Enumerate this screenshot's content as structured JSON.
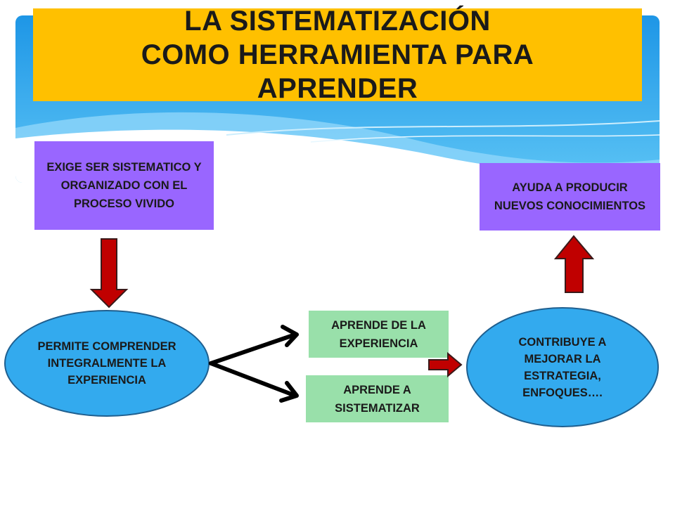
{
  "title": "LA SISTEMATIZACIÓN COMO HERRAMIENTA PARA APRENDER",
  "nodes": {
    "exige": "EXIGE SER SISTEMATICO Y ORGANIZADO CON EL PROCESO VIVIDO",
    "ayuda": "AYUDA A PRODUCIR NUEVOS CONOCIMIENTOS",
    "permite": "PERMITE COMPRENDER INTEGRALMENTE LA EXPERIENCIA",
    "aprende_experiencia": "APRENDE DE LA EXPERIENCIA",
    "aprende_sistematizar": "APRENDE A SISTEMATIZAR",
    "contribuye": "CONTRIBUYE A MEJORAR LA ESTRATEGIA, ENFOQUES…."
  },
  "colors": {
    "title_bg": "#ffc000",
    "purple_box": "#9966ff",
    "green_box": "#99e0aa",
    "ellipse_fill": "#33aaee",
    "arrow_red": "#c00000",
    "header_blue": "#29a3ee"
  }
}
